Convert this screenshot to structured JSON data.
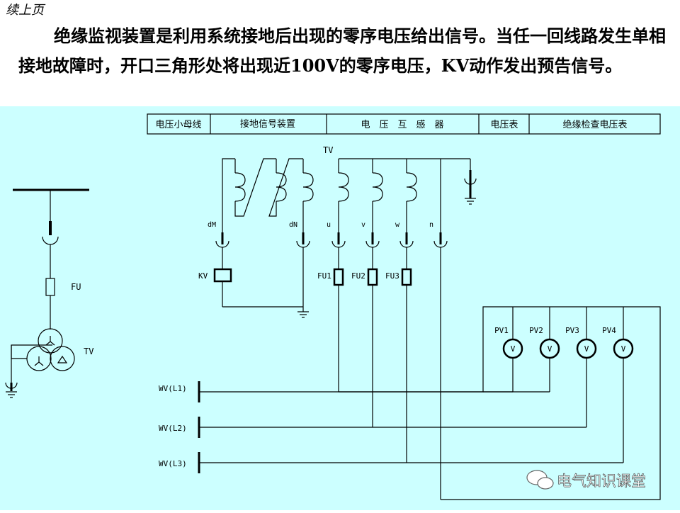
{
  "header": {
    "continued_label": "续上页",
    "paragraph": "绝缘监视装置是利用系统接地后出现的零序电压给出信号。当任一回线路发生单相接地故障时，开口三角形处将出现近100V的零序电压，KV动作发出预告信号。"
  },
  "diagram": {
    "background": "#ccffff",
    "header_cells": [
      "电压小母线",
      "接地信号装置",
      "电　压　互　感　器",
      "电压表",
      "绝缘检查电压表"
    ],
    "tv_label": "TV",
    "terminals": [
      "dM",
      "dN",
      "u",
      "v",
      "w",
      "n"
    ],
    "kv_label": "KV",
    "fuses": [
      "FU1",
      "FU2",
      "FU3"
    ],
    "voltmeters": [
      "PV1",
      "PV2",
      "PV3",
      "PV4"
    ],
    "voltmeter_symbol": "V",
    "buses": [
      "WV(L1)",
      "WV(L2)",
      "WV(L3)"
    ],
    "left_fu_label": "FU",
    "left_tv_label": "TV",
    "watermark": "电气知识课堂"
  }
}
